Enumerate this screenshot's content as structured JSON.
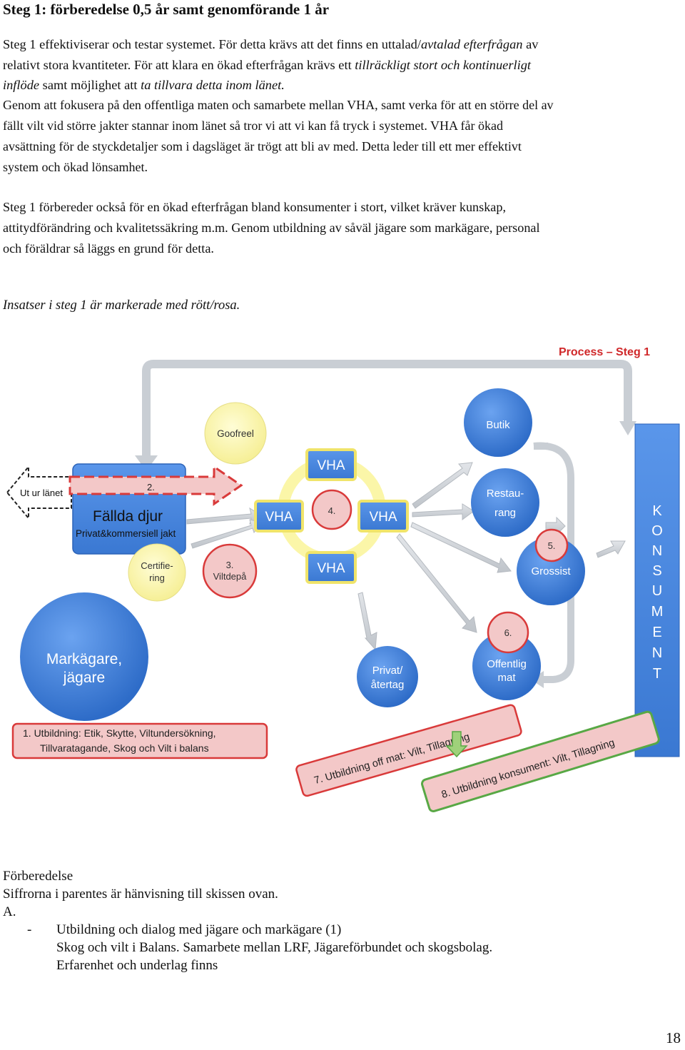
{
  "heading": "Steg 1: förberedelse 0,5 år samt genomförande 1 år",
  "p1": {
    "l1a": "Steg 1 effektiviserar och testar systemet. För detta krävs att det finns en uttalad/",
    "l1b": "avtalad efterfrågan",
    "l1c": " av",
    "l2": "relativt stora kvantiteter. För att klara en ökad efterfrågan krävs ett ",
    "l2b": "tillräckligt stort och kontinuerligt",
    "l3a": "inflöde",
    "l3b": " samt möjlighet att ",
    "l3c": "ta tillvara detta inom länet."
  },
  "p2": [
    "Genom att fokusera på den offentliga maten och samarbete mellan VHA, samt verka för att en större del av",
    "fällt vilt vid större jakter stannar inom länet så tror vi att vi kan få tryck i systemet. VHA får ökad",
    "avsättning för de styckdetaljer som i dagsläget är trögt att bli av med. Detta leder till ett mer effektivt",
    "system och ökad lönsamhet."
  ],
  "p3": [
    "Steg 1 förbereder också för en ökad efterfrågan bland konsumenter i stort, vilket kräver kunskap,",
    "attitydförändring och kvalitetssäkring m.m. Genom utbildning av såväl jägare som markägare, personal",
    "och föräldrar så läggs en grund för detta."
  ],
  "note": "Insatser i steg 1 är markerade med rött/rosa.",
  "diagram": {
    "title": "Process – Steg 1",
    "ut_ur_lanet": "Ut ur länet",
    "step2": "2.",
    "fallda_djur": "Fällda djur",
    "fallda_sub": "Privat&kommersiell jakt",
    "certifiering_1": "Certifie-",
    "certifiering_2": "ring",
    "viltdepa_1": "3.",
    "viltdepa_2": "Viltdepå",
    "goofreel": "Goofreel",
    "vha": "VHA",
    "step4": "4.",
    "butik": "Butik",
    "restaurang_1": "Restau-",
    "restaurang_2": "rang",
    "step5": "5.",
    "grossist": "Grossist",
    "step6": "6.",
    "offentlig_1": "Offentlig",
    "offentlig_2": "mat",
    "privat_1": "Privat/",
    "privat_2": "återtag",
    "markagare_1": "Markägare,",
    "markagare_2": "jägare",
    "konsument_letters": [
      "K",
      "O",
      "N",
      "S",
      "U",
      "M",
      "E",
      "N",
      "T"
    ],
    "utb1_l1": "1. Utbildning: Etik, Skytte, Viltundersökning,",
    "utb1_l2": "Tillvaratagande, Skog och Vilt i balans",
    "utb7": "7. Utbildning off mat: Vilt, Tillagning",
    "utb8": "8. Utbildning konsument: Vilt, Tillagning",
    "colors": {
      "blue": "#3e7bd6",
      "yellow": "#fbf6a8",
      "red": "#d93a3a",
      "pink": "#f3c8c8",
      "green": "#58a845",
      "gray": "#cdd1d6"
    }
  },
  "bottom": {
    "title": "Förberedelse",
    "sub": "Siffrorna i parentes är hänvisning till skissen ovan.",
    "letter": "A.",
    "bullet": "-",
    "item": "Utbildning och dialog med jägare och markägare (1)",
    "item_l2": "Skog och vilt i Balans. Samarbete mellan LRF, Jägareförbundet och skogsbolag.",
    "item_l3": "Erfarenhet och underlag finns"
  },
  "page_number": "18"
}
